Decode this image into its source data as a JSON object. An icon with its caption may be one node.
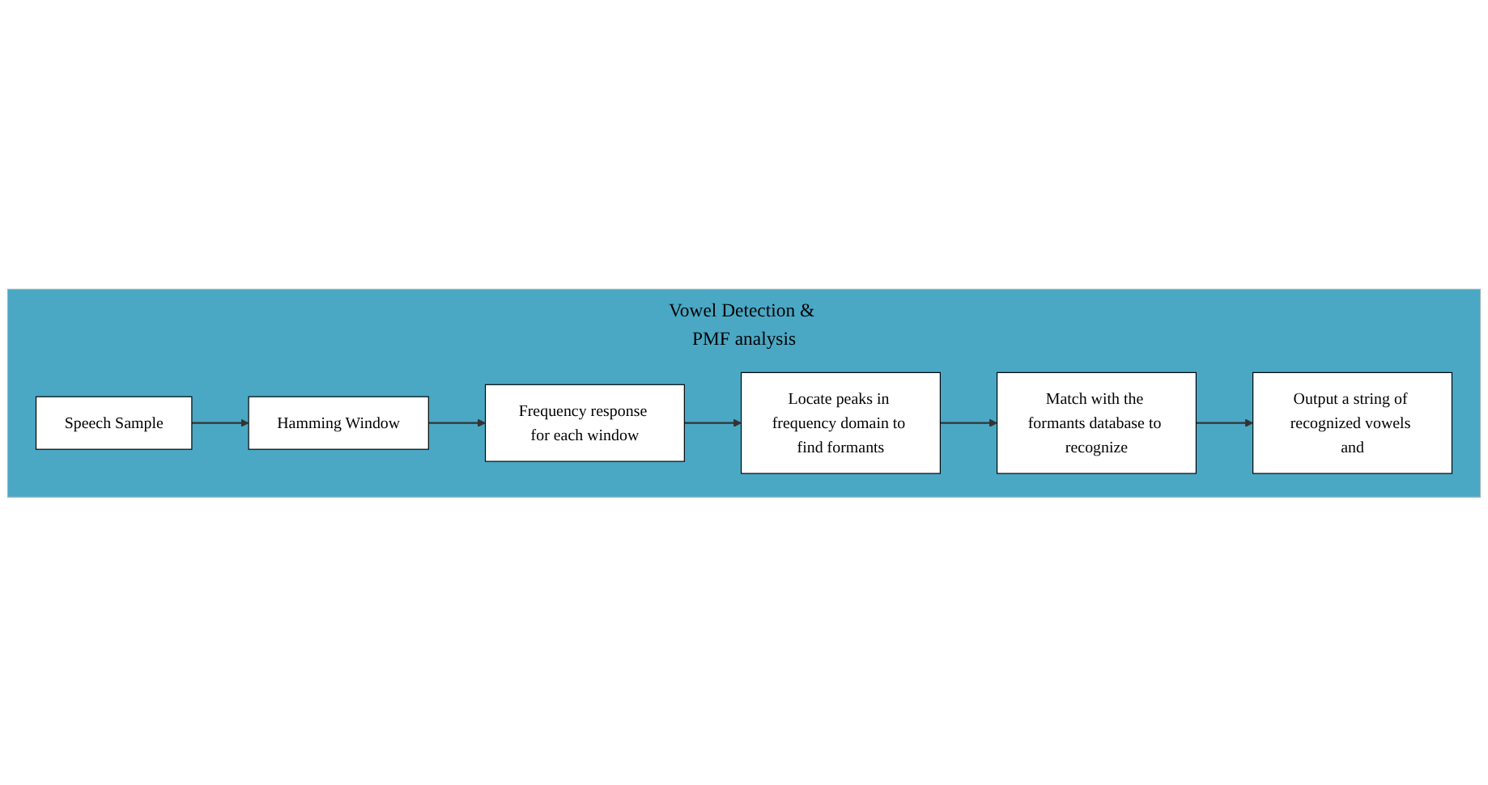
{
  "diagram": {
    "nodes": [
      {
        "text": [
          "Vowel Detection & PMF analysis"
        ]
      },
      {
        "text": [
          "Speech Sample"
        ],
        "in": 0
      },
      {
        "text": [
          "Hamming Window"
        ],
        "in": 0
      },
      {
        "text": [
          "Frequency response for each window"
        ],
        "in": 0
      },
      {
        "text": [
          "Locate peaks in frequency domain to find formants"
        ],
        "in": 0
      },
      {
        "text": [
          "Match with the formants database to recognize"
        ],
        "in": 0
      },
      {
        "text": [
          "Output a string of recognized vowels and"
        ],
        "in": 0
      }
    ],
    "edges": [
      {
        "from": 1,
        "to": 2,
        "arrow": "to"
      },
      {
        "from": 2,
        "to": 3,
        "arrow": "to"
      },
      {
        "from": 3,
        "to": 4,
        "arrow": "to"
      },
      {
        "from": 4,
        "to": 5,
        "arrow": "to"
      },
      {
        "from": 5,
        "to": 6,
        "arrow": "to"
      }
    ]
  }
}
